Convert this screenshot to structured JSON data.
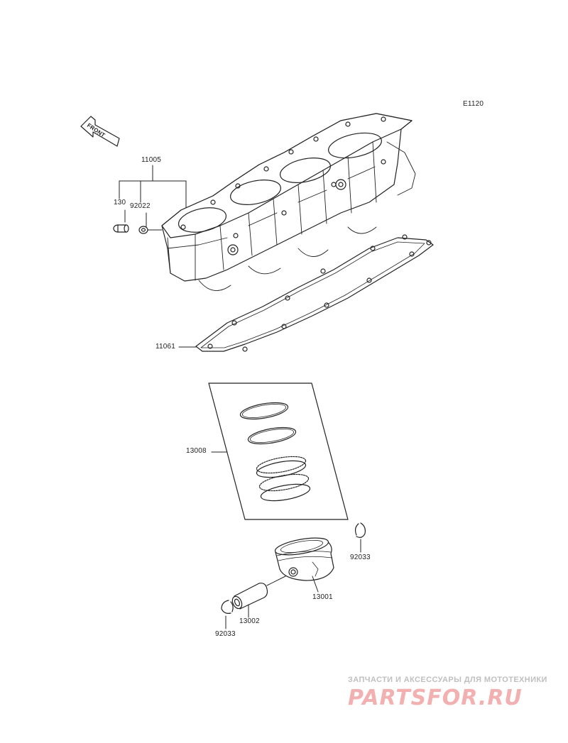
{
  "diagram_code": "E1120",
  "front_arrow_text": "FRONT",
  "parts": [
    {
      "number": "11005",
      "name": "cylinder"
    },
    {
      "number": "130",
      "name": "bolt"
    },
    {
      "number": "92022",
      "name": "washer"
    },
    {
      "number": "11061",
      "name": "cylinder-base-gasket"
    },
    {
      "number": "13008",
      "name": "piston-ring-set"
    },
    {
      "number": "92033",
      "name": "piston-pin-clip-right"
    },
    {
      "number": "13001",
      "name": "piston"
    },
    {
      "number": "13002",
      "name": "piston-pin"
    },
    {
      "number": "92033",
      "name": "piston-pin-clip-left"
    }
  ],
  "watermark": {
    "subtitle": "ЗАПЧАСТИ И АКСЕССУАРЫ ДЛЯ МОТОТЕХНИКИ",
    "brand": "PARTSFOR.RU"
  }
}
